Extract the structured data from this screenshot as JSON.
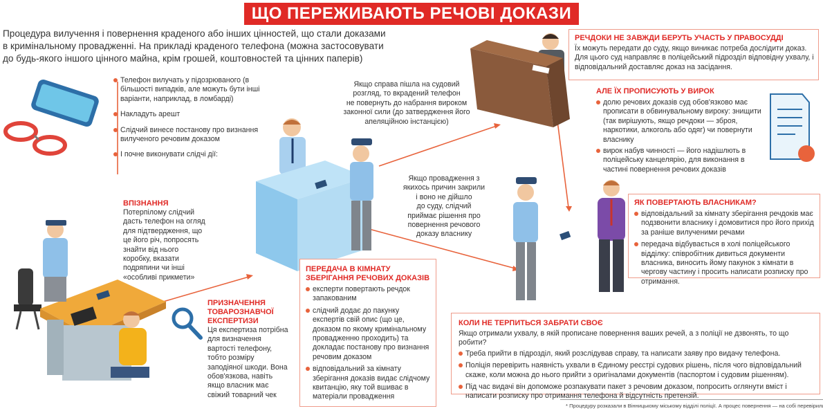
{
  "title": "ЩО ПЕРЕЖИВАЮТЬ РЕЧОВІ ДОКАЗИ",
  "intro": [
    "Процедура вилучення і повернення краденого або інших цінностей, що стали доказами",
    "в кримінальному провадженні. На прикладі краденого телефона (можна застосовувати",
    "до будь-якого іншого цінного майна, крім грошей, коштовностей та цінних паперів)"
  ],
  "steps": [
    "Телефон вилучать у підозрюваного (в більшості випадків, але можуть бути інші варіанти, наприклад, в ломбарді)",
    "Накладуть арешт",
    "Слідчий винесе постанову про визнання вилученого речовим доказом",
    "І почне виконувати слідчі дії:"
  ],
  "identification": {
    "title": "ВПІЗНАННЯ",
    "lines": [
      "Потерпілому слідчий",
      "дасть телефон на огляд",
      "для підтвердження, що",
      "це його річ, попросять",
      "знайти від нього",
      "коробку, вказати",
      "подряпини чи інші",
      "«особливі прикмети»"
    ]
  },
  "expertise": {
    "title_1": "ПРИЗНАЧЕННЯ",
    "title_2": "ТОВАРОЗНАВЧОЇ",
    "title_3": "ЕКСПЕРТИЗИ",
    "lines": [
      "Ця експертиза потрібна",
      "для визначення",
      "вартості телефону,",
      "тобто розміру",
      "заподіяної шкоди. Вона",
      "обов'язкова, навіть",
      "якщо власник має",
      "свіжий товарний чек"
    ]
  },
  "storage": {
    "title_1": "ПЕРЕДАЧА В КІМНАТУ",
    "title_2": "ЗБЕРІГАННЯ РЕЧОВИХ ДОКАЗІВ",
    "items": [
      "експерти повертають речдок запакованим",
      "слідчий додає до пакунку експертів свій опис (що це, доказом по якому кримінальному провадженню проходить) та докладає постанову про визнання речовим доказом",
      "відповідальний за кімнату зберігання доказів видає слідчому квитанцію, яку той вшиває в матеріали провадження"
    ]
  },
  "court_note": [
    "Якщо справа пішла на судовий",
    "розгляд, то вкрадений телефон",
    "не повернуть до набрання вироком",
    "законної сили (до затвердження його",
    "апеляційною інстанцією)"
  ],
  "closed_note": [
    "Якщо провадження з",
    "якихось причин закрили",
    "і воно не дійшло",
    "до суду, слідчий",
    "приймає рішення про",
    "повернення речового",
    "доказу власнику"
  ],
  "court_box": {
    "title": "РЕЧДОКИ НЕ ЗАВЖДИ БЕРУТЬ УЧАСТЬ У ПРАВОСУДДІ",
    "lines": [
      "Їх можуть передати до суду, якщо виникає потреба дослідити доказ.",
      "Для цього суд направляє в поліцейський підрозділ відповідну ухвалу, і",
      "відповідальний доставляє доказ на засідання."
    ]
  },
  "verdict": {
    "title": "АЛЕ ЇХ ПРОПИСУЮТЬ У ВИРОК",
    "items": [
      "долю речових доказів суд обов'язково має прописати в обвинувальному вироку: знищити (так вирішують, якщо речдоки — зброя, наркотики, алкоголь або одяг) чи повернути власнику",
      "вирок набув чинності — його надішлють в поліцейську канцелярію, для виконання в частині повернення речових доказів"
    ]
  },
  "return": {
    "title": "ЯК ПОВЕРТАЮТЬ ВЛАСНИКАМ?",
    "items": [
      "відповідальний за кімнату зберігання речдоків має подзвонити власнику і домовитися про його прихід за раніше вилученими речами",
      "передача відбувається в холі поліцейського відділку: співробітник дивиться документи власника, виносить йому пакунок з кімнати в чергову частину і просить написати розписку про отримання."
    ]
  },
  "impatient": {
    "title": "КОЛИ НЕ ТЕРПИТЬСЯ ЗАБРАТИ СВОЄ",
    "question": "Якщо отримали ухвалу, в якій прописане повернення ваших речей, а з поліції не дзвонять, то що робити?",
    "items": [
      "Треба прийти в підрозділ, який розслідував справу, та написати заяву про видачу телефона.",
      "Поліція перевірить наявність ухвали в Єдиному реєстрі судових рішень, після чого відповідальний скаже, коли можна до нього прийти з оригіналами документів (паспортом і судовим рішенням).",
      "Під час видачі він допоможе розпакувати пакет з речовим доказом, попросить оглянути вміст і написати розписку про отримання телефона й відсутність претензій."
    ]
  },
  "footnote": "* Процедуру розказали в Вінницькому міському відділі поліції. А процес повернення — на собі перевірили",
  "colors": {
    "accent": "#e02a26",
    "bullet": "#e8633c",
    "box_border": "#ef9b8a",
    "uniform": "#7fb0dd",
    "desk_wood": "#8a5a3c"
  }
}
